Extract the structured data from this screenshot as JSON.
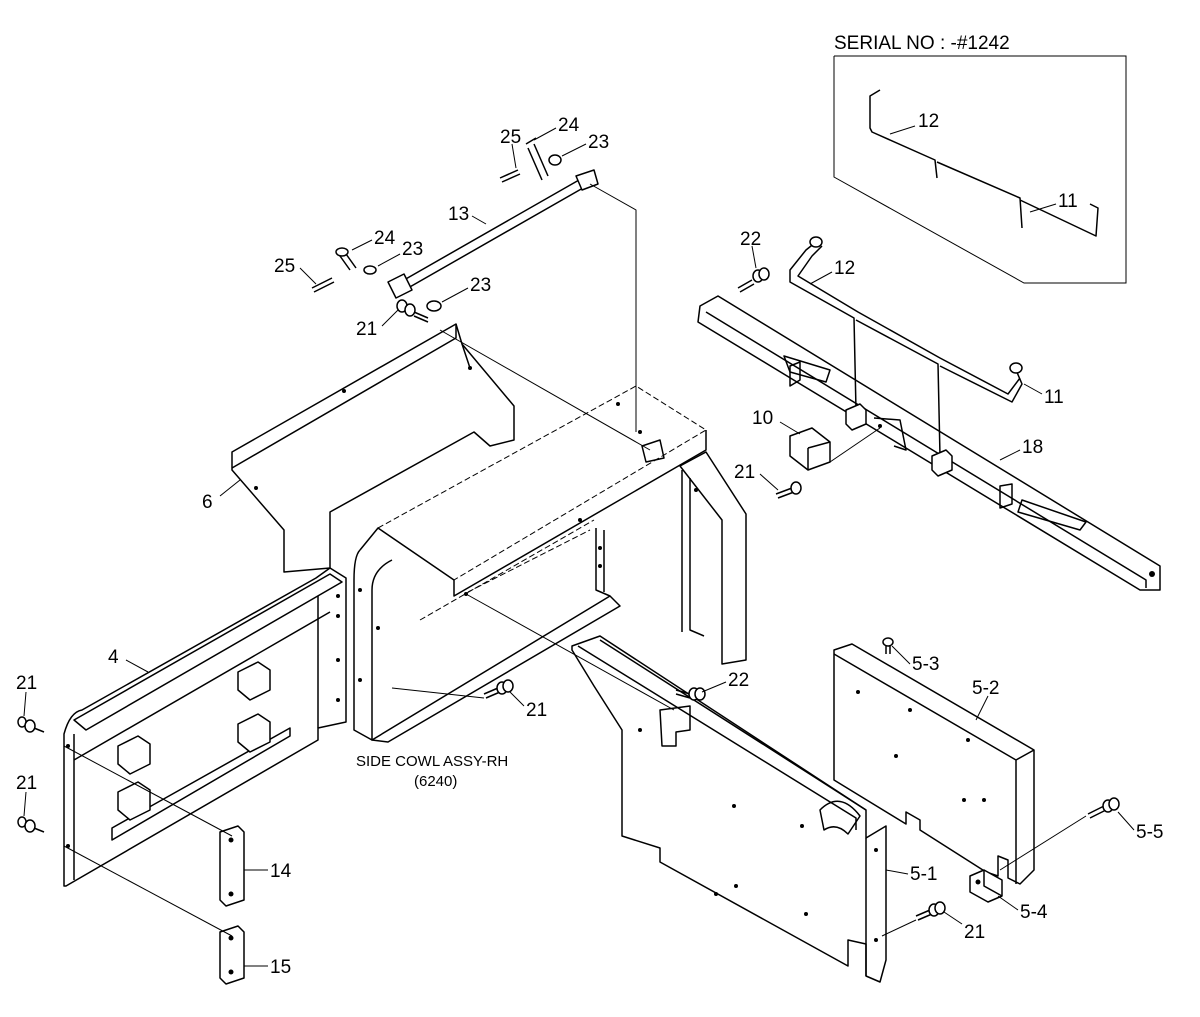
{
  "serial_note": "SERIAL NO : -#1242",
  "caption": {
    "line1": "SIDE COWL ASSY-RH",
    "line2": "(6240)"
  },
  "callouts": {
    "c4": "4",
    "c5_1": "5-1",
    "c5_2": "5-2",
    "c5_3": "5-3",
    "c5_4": "5-4",
    "c5_5": "5-5",
    "c6": "6",
    "c10": "10",
    "c11_inset": "11",
    "c11": "11",
    "c12_inset": "12",
    "c12": "12",
    "c13": "13",
    "c14": "14",
    "c15": "15",
    "c18": "18",
    "c21_a": "21",
    "c21_b": "21",
    "c21_c": "21",
    "c21_d": "21",
    "c21_e": "21",
    "c21_f": "21",
    "c22_a": "22",
    "c22_b": "22",
    "c23_a": "23",
    "c23_b": "23",
    "c23_c": "23",
    "c24_a": "24",
    "c24_b": "24",
    "c25_a": "25",
    "c25_b": "25"
  }
}
